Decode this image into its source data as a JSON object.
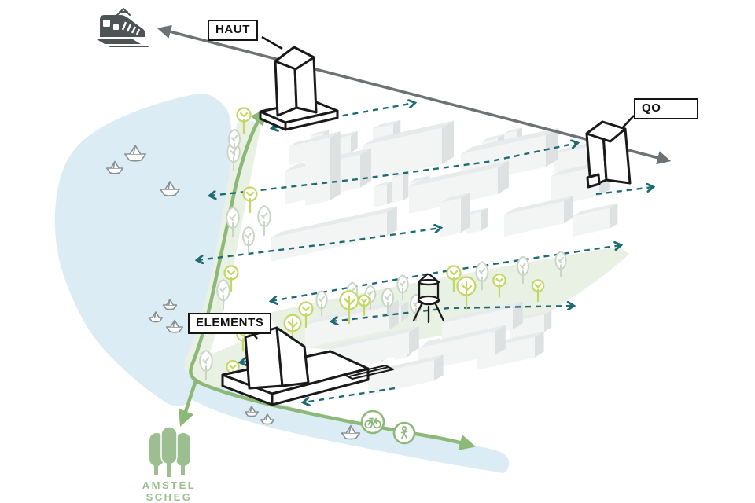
{
  "labels": {
    "building_1": "HAUT",
    "building_2": "QO",
    "building_3": "ELEMENTS"
  },
  "logo": {
    "line1": "AMSTEL",
    "line2": "SCHEG"
  },
  "icons": {
    "train": "train-icon",
    "water_tower": "water-tower-icon",
    "bicycle": "bicycle-icon",
    "pedestrian": "pedestrian-icon",
    "paper_boat": "paper-boat-icon",
    "tree_outline": "tree-icon",
    "tree_sapling": "sapling-icon",
    "logo_trees": "trees-icon"
  },
  "colors": {
    "water": "#DCECF4",
    "park": "#E9F0E4",
    "path_green": "#8CB878",
    "logo_green": "#9CBE90",
    "tree_lime": "#C3D763",
    "tree_pale": "#C9D6C3",
    "dashed_teal": "#1E6B74",
    "building_top": "#E8EBEB",
    "building_front": "#F3F4F4",
    "building_side": "#DDE1E1",
    "outline_black": "#1A1A1A",
    "arrow_gray": "#6E7274",
    "boat_gray": "#8A9094",
    "train_gray": "#4E5356"
  }
}
